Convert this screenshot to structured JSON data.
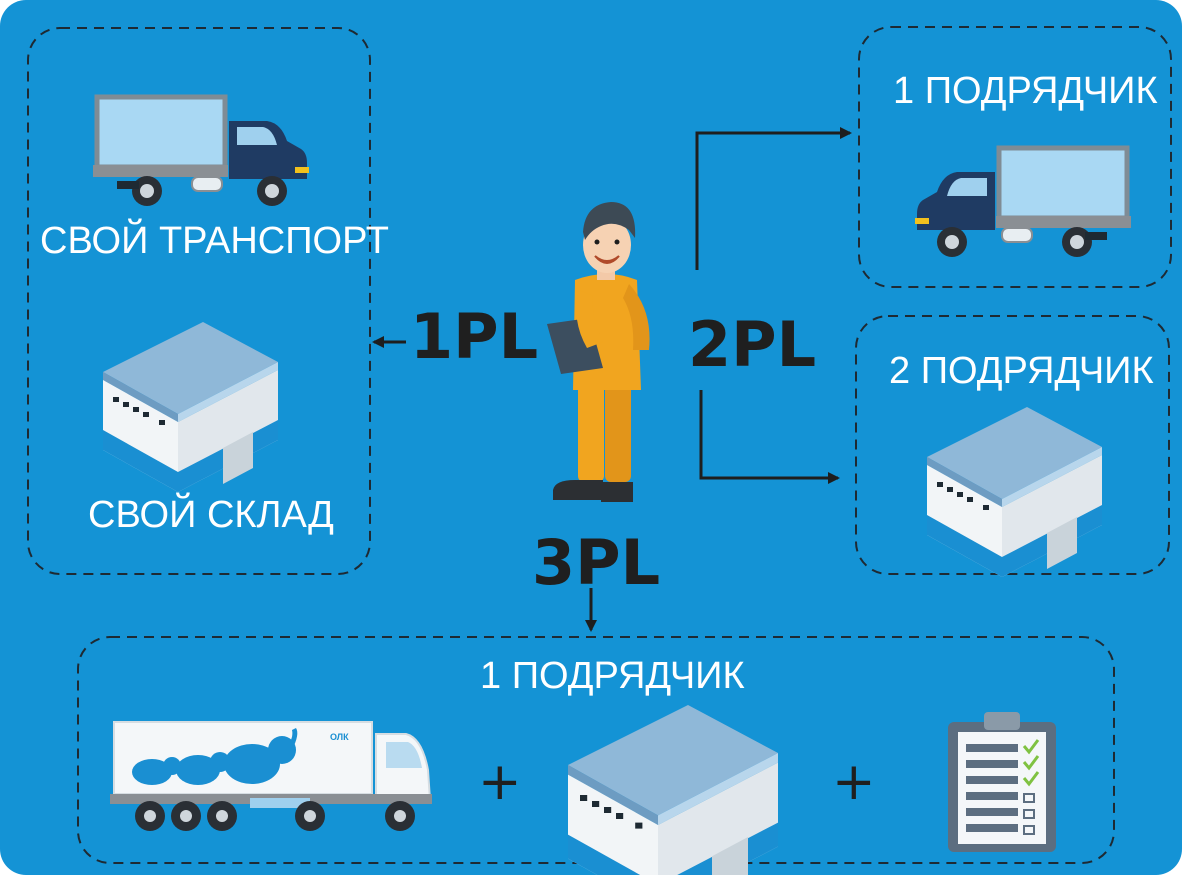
{
  "colors": {
    "background": "#1493d5",
    "text": "#ffffff",
    "pl_text": "#1f1f1f",
    "dashed_border": "#1e2a33",
    "truck_cab": "#1f3b63",
    "truck_box": "#a9d8f3",
    "warehouse_roof": "#8fb8d8",
    "worker_suit": "#f1a51f"
  },
  "own_box": {
    "transport_label": "СВОЙ ТРАНСПОРТ",
    "warehouse_label": "СВОЙ СКЛАД"
  },
  "center": {
    "pl1": "1PL",
    "pl2": "2PL",
    "pl3": "3PL"
  },
  "contractor_1": {
    "label": "1 ПОДРЯДЧИК"
  },
  "contractor_2": {
    "label": "2 ПОДРЯДЧИК"
  },
  "bottom_box": {
    "label": "1 ПОДРЯДЧИК",
    "plus_1": "+",
    "plus_2": "+",
    "trailer_logo": "ОЛК"
  },
  "icons": [
    "truck-icon",
    "warehouse-icon",
    "worker-icon",
    "semi-truck-icon",
    "checklist-icon",
    "arrow-icon"
  ]
}
